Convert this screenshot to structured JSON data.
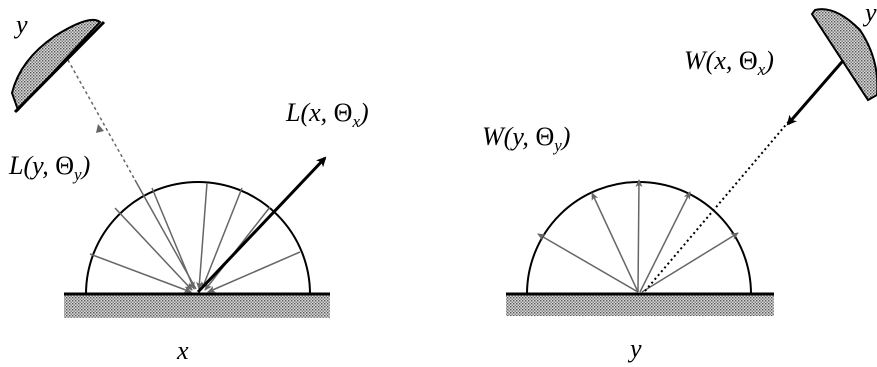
{
  "left_panel": {
    "source_patch_label": "y",
    "incoming_radiance": {
      "fn": "L",
      "args": "(y, ",
      "angle": "Θ",
      "sub": "y",
      "close": ")"
    },
    "outgoing_radiance": {
      "fn": "L",
      "args": "(x, ",
      "angle": "Θ",
      "sub": "x",
      "close": ")"
    },
    "surface_point_label": "x"
  },
  "right_panel": {
    "source_patch_label": "y",
    "incoming_importance": {
      "fn": "W",
      "args": "(x, ",
      "angle": "Θ",
      "sub": "x",
      "close": ")"
    },
    "outgoing_importance": {
      "fn": "W",
      "args": "(y, ",
      "angle": "Θ",
      "sub": "y",
      "close": ")"
    },
    "surface_point_label": "y"
  },
  "colors": {
    "ink": "#000000",
    "hatch": "#9a9a9a",
    "ray": "#555555"
  }
}
